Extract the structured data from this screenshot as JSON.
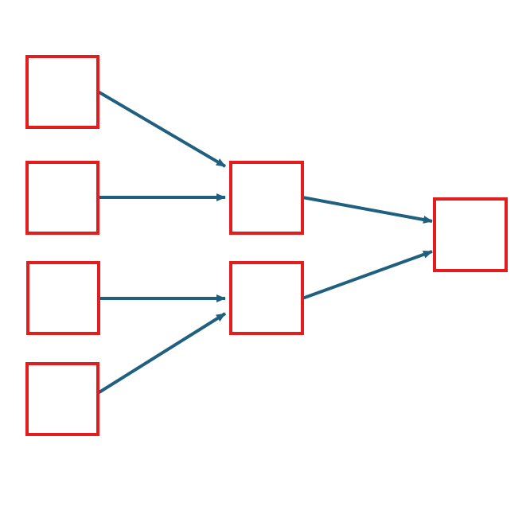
{
  "diagram": {
    "type": "tree-merge",
    "node_border_color": "#e11d1d",
    "edge_color": "#1f5f80",
    "background_color": "#ffffff",
    "nodes": [
      {
        "id": "input-1",
        "label": ""
      },
      {
        "id": "input-2",
        "label": ""
      },
      {
        "id": "input-3",
        "label": ""
      },
      {
        "id": "input-4",
        "label": ""
      },
      {
        "id": "middle-1",
        "label": ""
      },
      {
        "id": "middle-2",
        "label": ""
      },
      {
        "id": "output-1",
        "label": ""
      }
    ],
    "edges": [
      {
        "from": "input-1",
        "to": "middle-1"
      },
      {
        "from": "input-2",
        "to": "middle-1"
      },
      {
        "from": "input-3",
        "to": "middle-2"
      },
      {
        "from": "input-4",
        "to": "middle-2"
      },
      {
        "from": "middle-1",
        "to": "output-1"
      },
      {
        "from": "middle-2",
        "to": "output-1"
      }
    ]
  }
}
